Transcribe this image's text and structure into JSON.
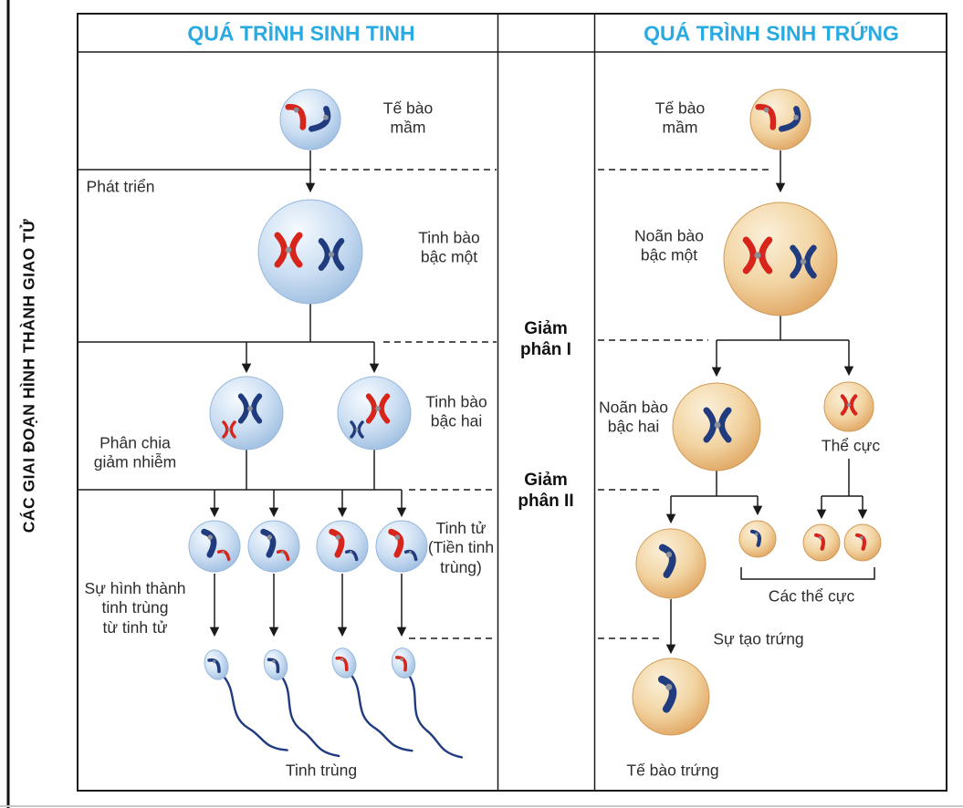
{
  "side_label": "CÁC GIAI ĐOẠN HÌNH THÀNH GIAO TỬ",
  "headers": {
    "sperm": "QUÁ TRÌNH SINH TINH",
    "egg": "QUÁ TRÌNH SINH TRỨNG"
  },
  "middle": {
    "meiosis1": [
      "Giảm",
      "phân I"
    ],
    "meiosis2": [
      "Giảm",
      "phân II"
    ]
  },
  "sperm_col": {
    "germ_cell": [
      "Tế bào",
      "mầm"
    ],
    "develop": "Phát triển",
    "primary": [
      "Tinh bào",
      "bậc một"
    ],
    "secondary": [
      "Tinh bào",
      "bậc hai"
    ],
    "division": [
      "Phân chia",
      "giảm nhiễm"
    ],
    "spermatids": [
      "Tinh tử",
      "(Tiền tinh",
      "trùng)"
    ],
    "formation": [
      "Sự hình thành",
      "tinh trùng",
      "từ tinh tử"
    ],
    "sperm": "Tinh trùng"
  },
  "egg_col": {
    "germ_cell": [
      "Tế bào",
      "mầm"
    ],
    "primary": [
      "Noãn bào",
      "bậc một"
    ],
    "secondary": [
      "Noãn bào",
      "bậc hai"
    ],
    "polar_body": "Thể cực",
    "polar_bodies": "Các thể cực",
    "egg_formation": "Sự tạo trứng",
    "egg": "Tế bào trứng"
  },
  "colors": {
    "header_text": "#29ABE2",
    "chromosome_red": "#D8251B",
    "chromosome_blue": "#203B7E",
    "cell_blue": "#C7DBF0",
    "cell_orange": "#F0C98F",
    "line": "#1A1A1A"
  }
}
